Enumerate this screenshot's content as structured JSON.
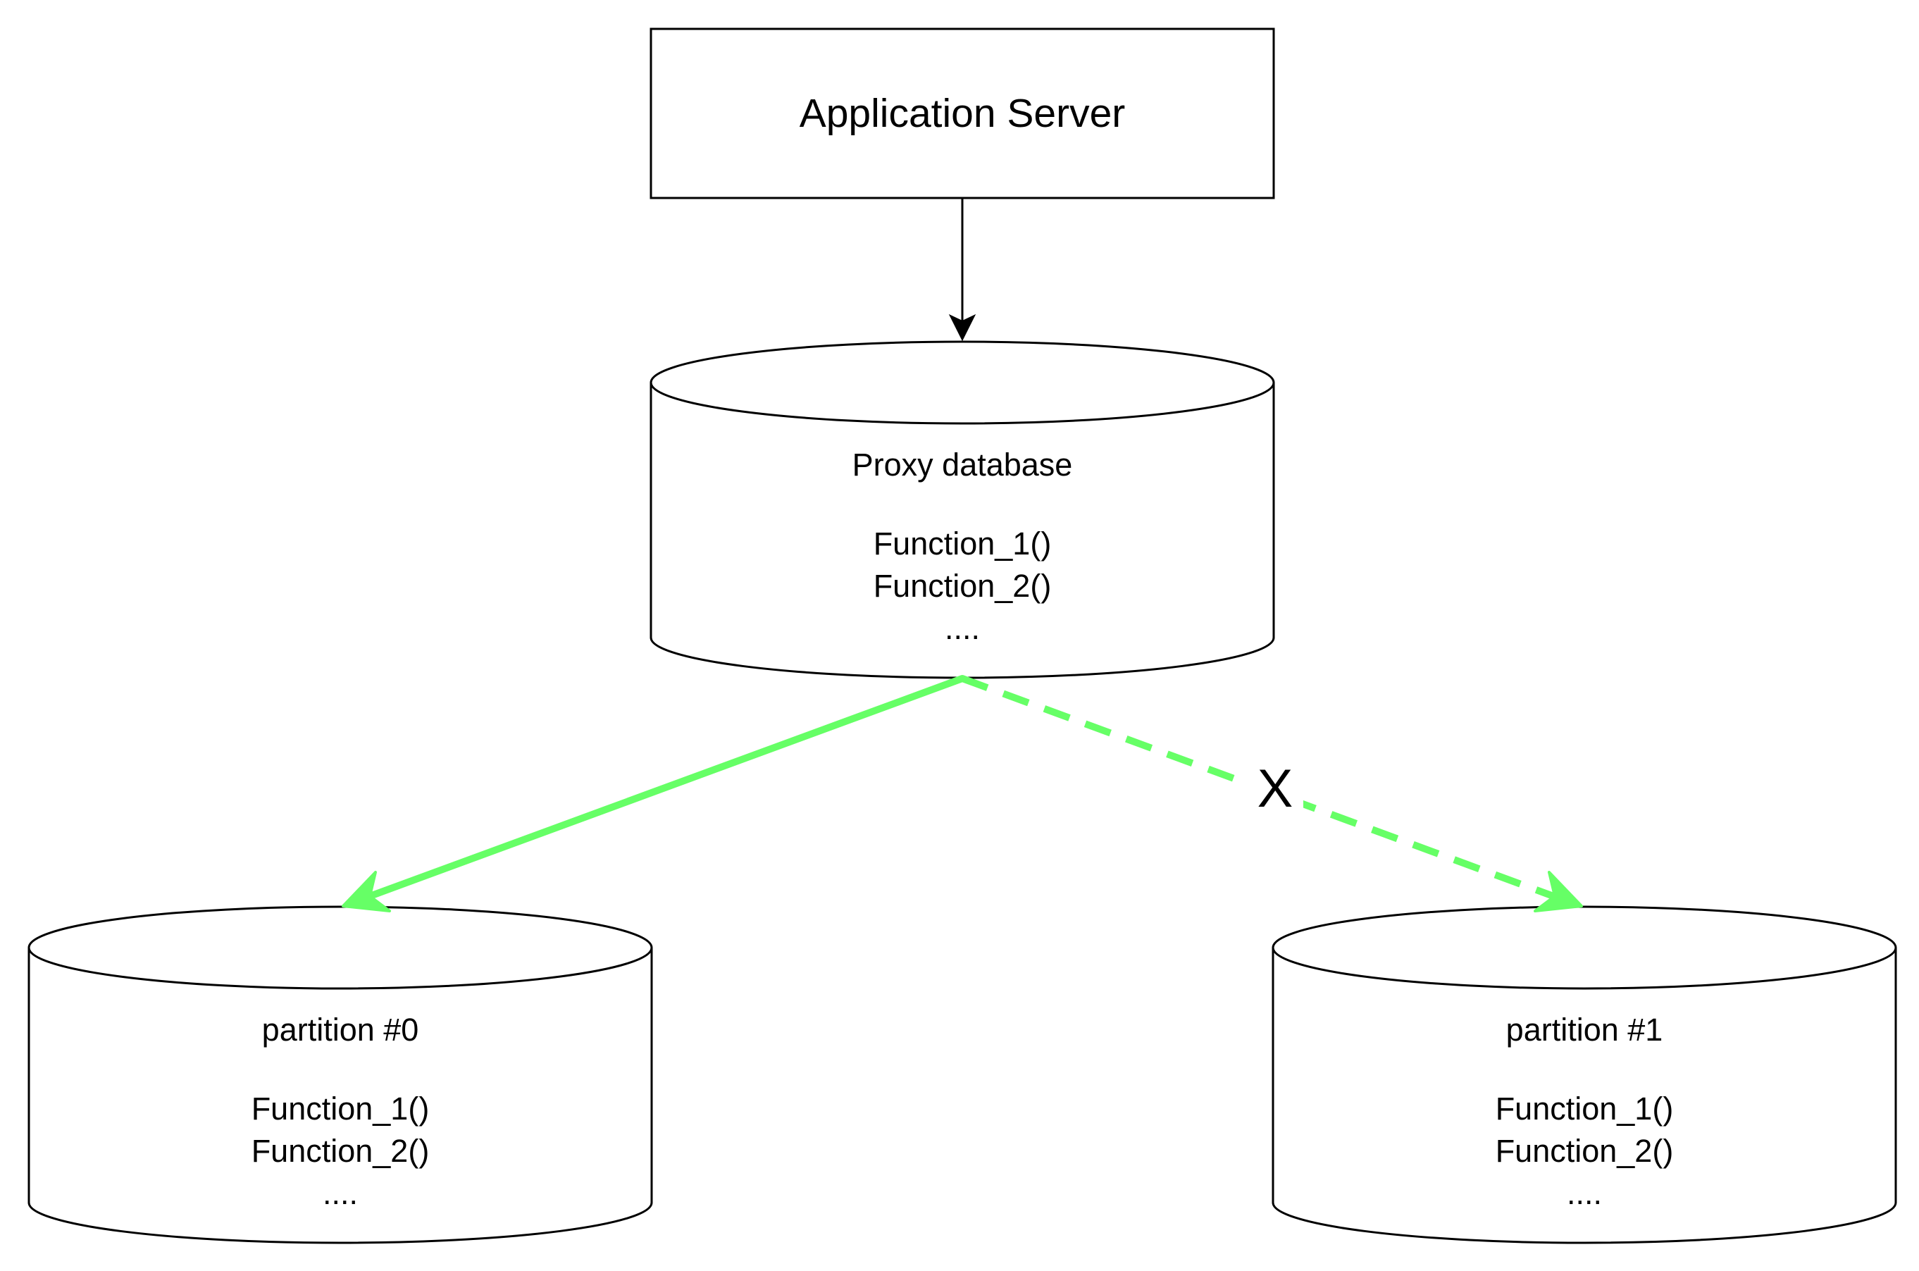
{
  "app_server": {
    "label": "Application Server"
  },
  "proxy": {
    "title": "Proxy database",
    "functions": [
      "Function_1()",
      "Function_2()"
    ],
    "more": "...."
  },
  "partitions": [
    {
      "title": "partition #0",
      "functions": [
        "Function_1()",
        "Function_2()"
      ],
      "more": "...."
    },
    {
      "title": "partition #1",
      "functions": [
        "Function_1()",
        "Function_2()"
      ],
      "more": "...."
    }
  ],
  "blocked_route": {
    "marker": "X"
  },
  "colors": {
    "stroke": "#000000",
    "route_arrow": "#66ff66",
    "background": "#ffffff"
  }
}
